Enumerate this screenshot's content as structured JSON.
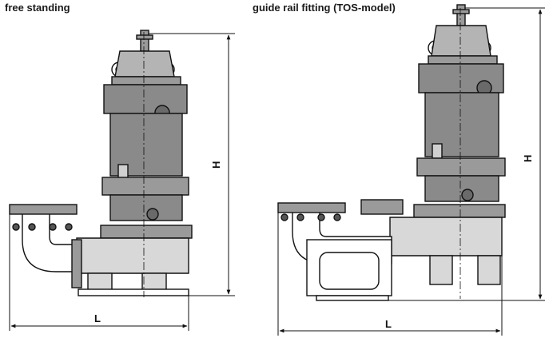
{
  "views": [
    {
      "caption": "free standing",
      "height_label": "H",
      "length_label": "L"
    },
    {
      "caption": "guide rail fitting (TOS-model)",
      "height_label": "H",
      "length_label": "L"
    }
  ],
  "colors": {
    "body_fill": "#8a8a8a",
    "body_fill_light": "#b4b4b4",
    "outline": "#111111",
    "dim_line": "#111111"
  }
}
